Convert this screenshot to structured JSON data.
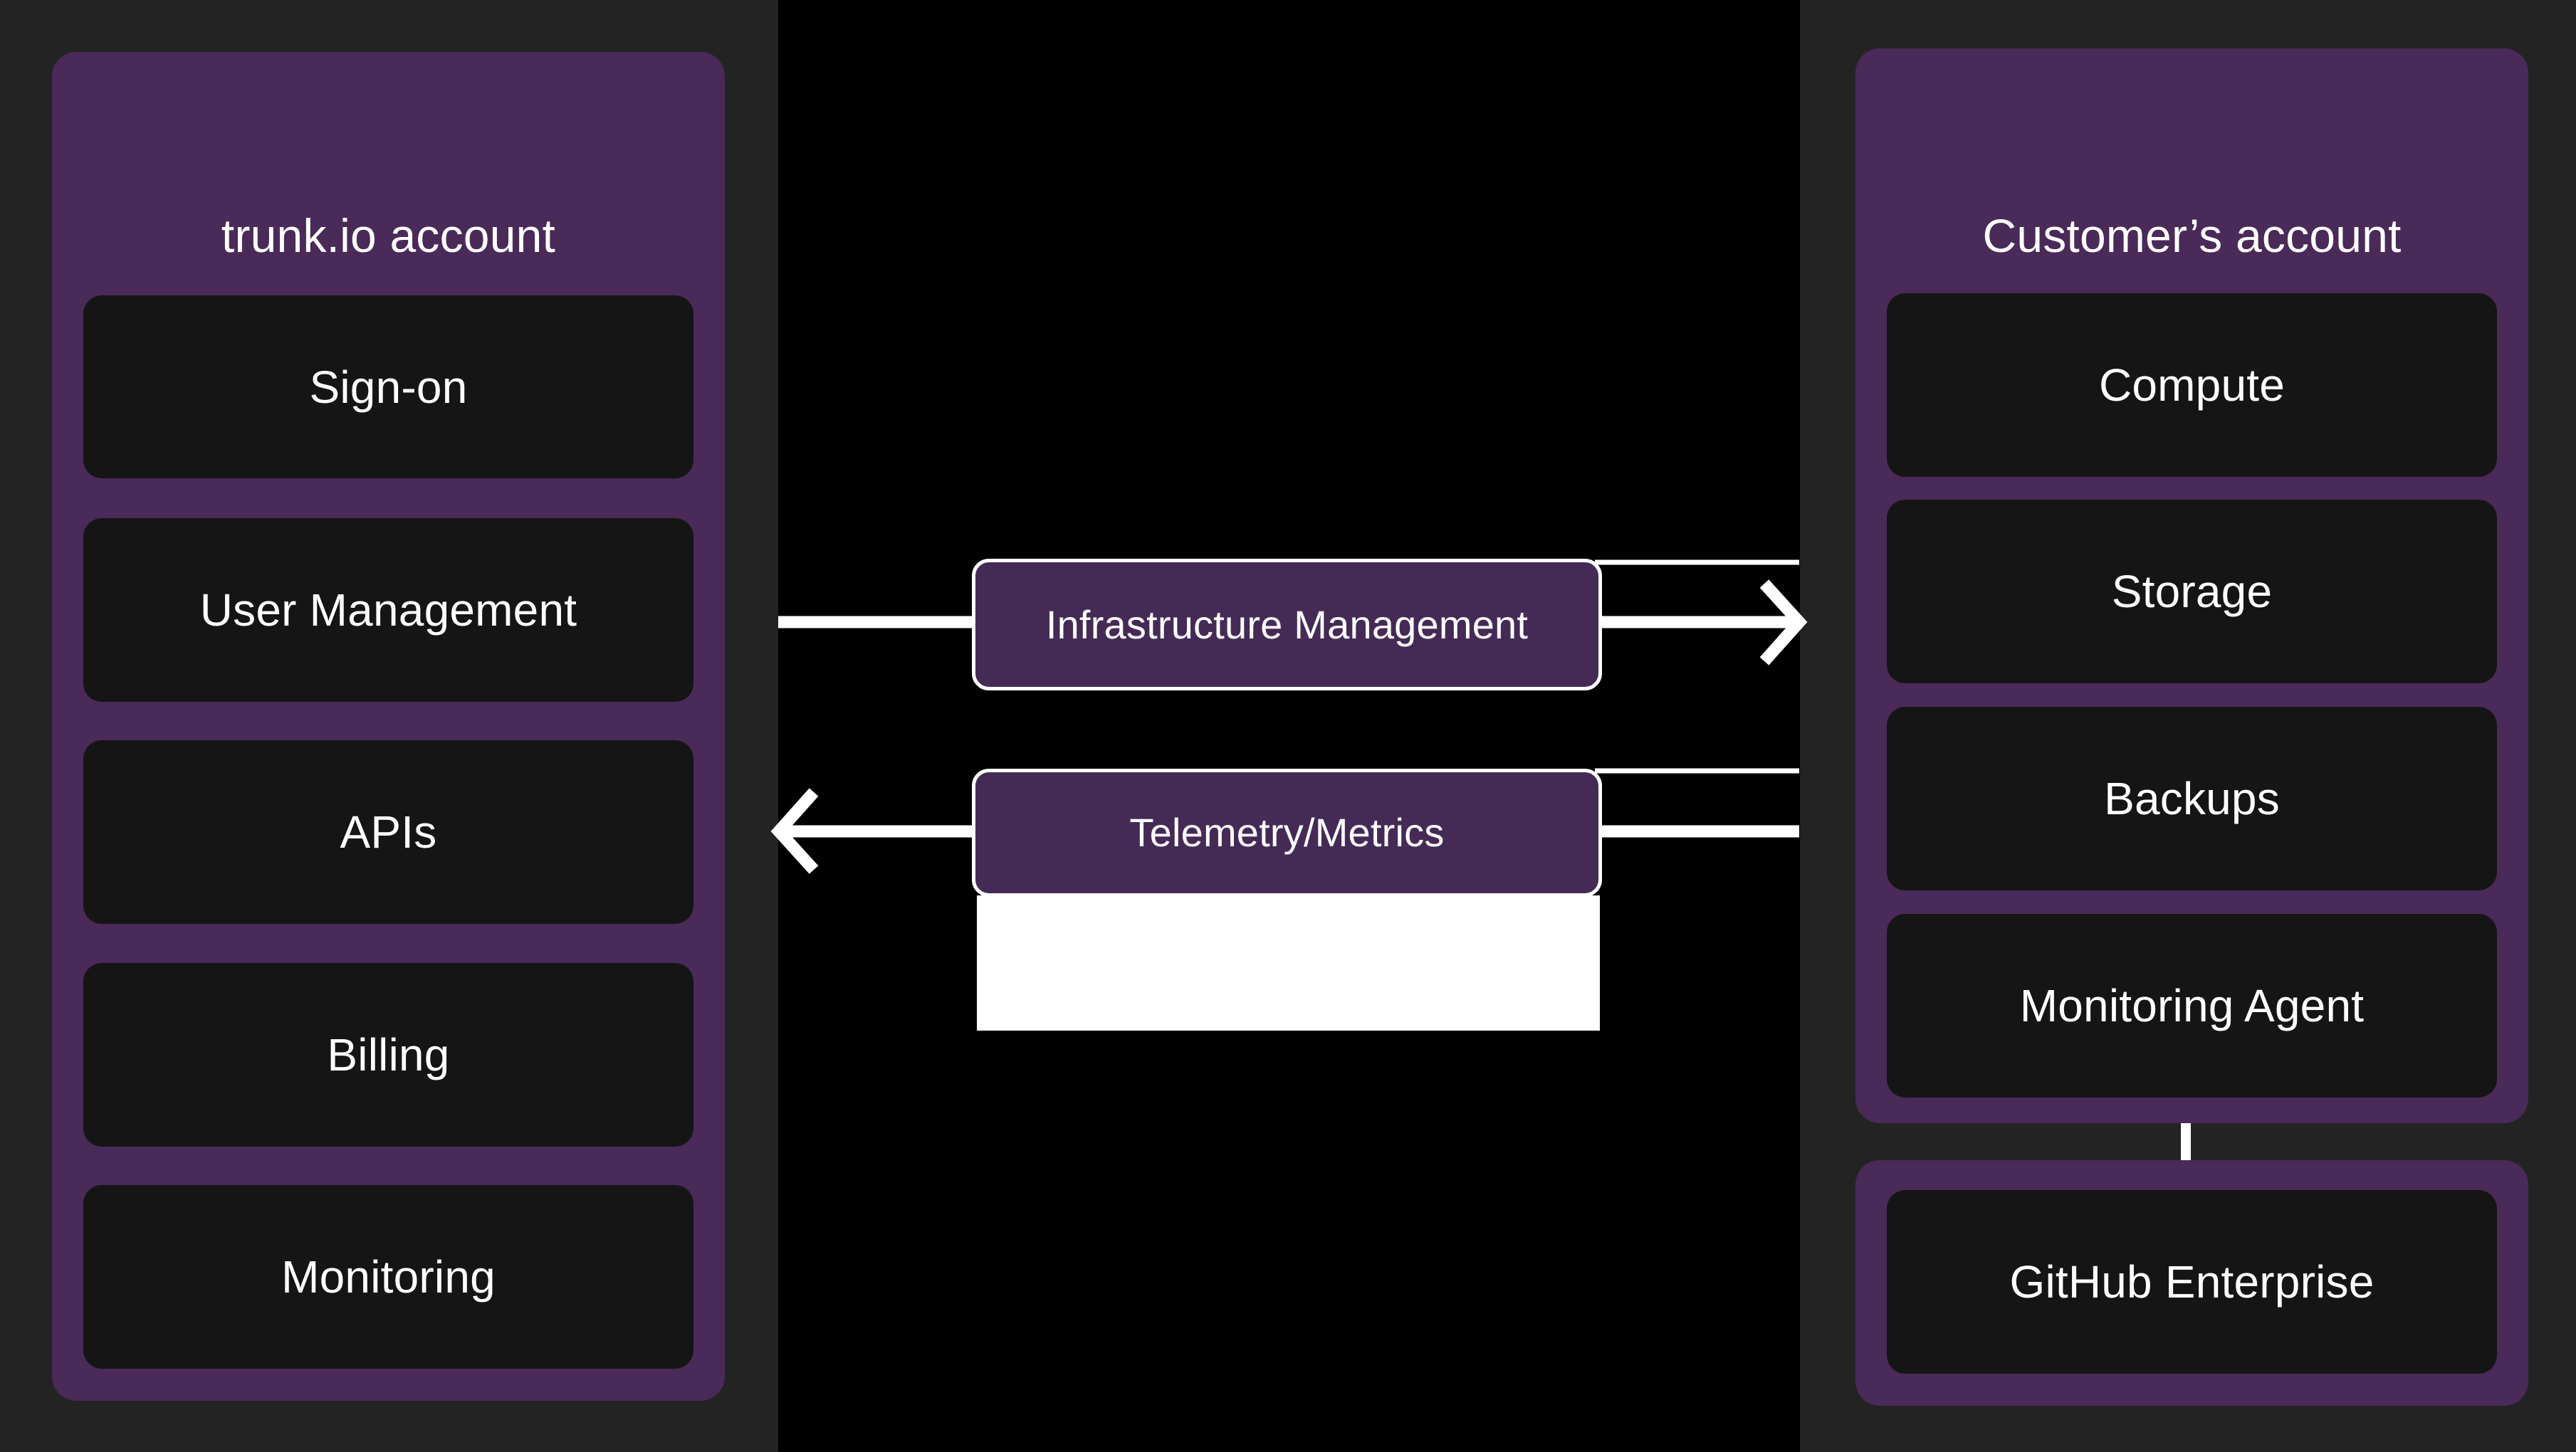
{
  "diagram": {
    "background_color": "#000000",
    "panel_color": "#232323",
    "group_color": "#4a2a58",
    "tile_color": "#151515",
    "accent_color": "#452a56",
    "line_color": "#ffffff"
  },
  "left_panel": {
    "group_title": "trunk.io account",
    "tiles": [
      {
        "label": "Sign-on"
      },
      {
        "label": "User Management"
      },
      {
        "label": "APIs"
      },
      {
        "label": "Billing"
      },
      {
        "label": "Monitoring"
      }
    ]
  },
  "right_panel": {
    "group_title": "Customer’s account",
    "tiles": [
      {
        "label": "Compute"
      },
      {
        "label": "Storage"
      },
      {
        "label": "Backups"
      },
      {
        "label": "Monitoring Agent"
      }
    ],
    "detached_tiles": [
      {
        "label": "GitHub Enterprise"
      }
    ]
  },
  "connectors": [
    {
      "label": "Infrastructure Management",
      "direction": "left-to-right",
      "arrowhead": "right"
    },
    {
      "label": "Telemetry/Metrics",
      "direction": "right-to-left",
      "arrowhead": "left"
    }
  ]
}
